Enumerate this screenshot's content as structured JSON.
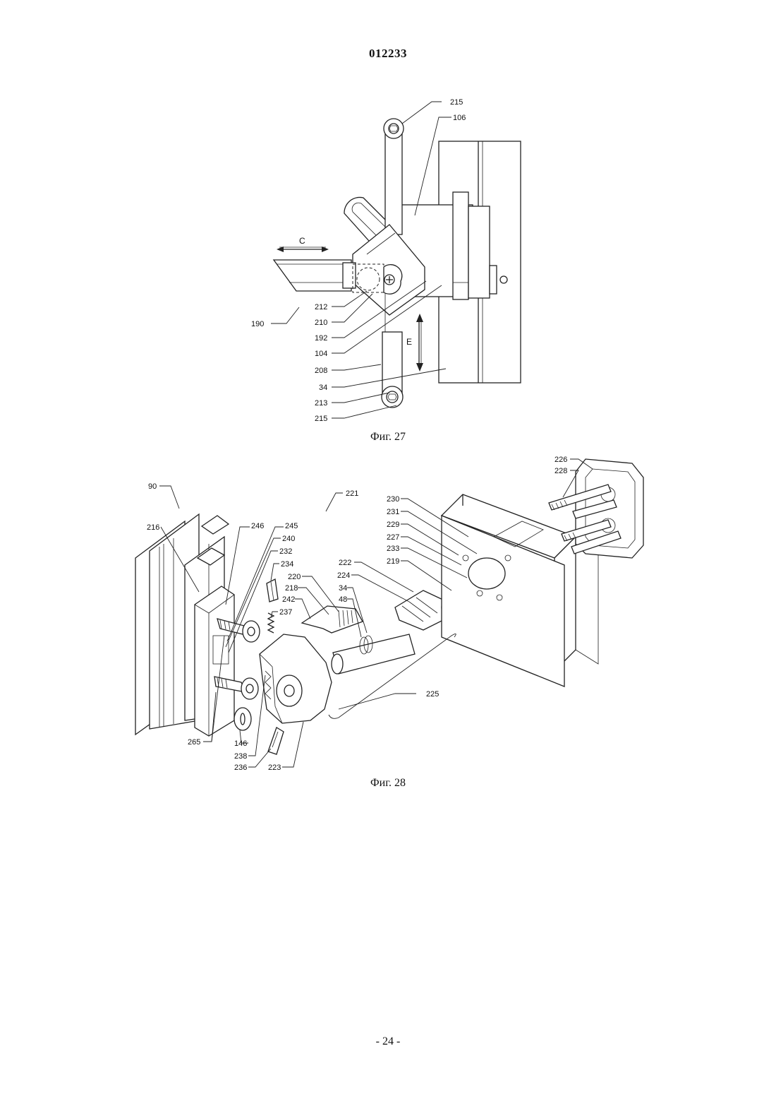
{
  "header": {
    "doc_number": "012233"
  },
  "fig27": {
    "caption": "Фиг. 27",
    "labels": {
      "l215a": "215",
      "l106": "106",
      "lC": "C",
      "l190": "190",
      "l212": "212",
      "l210": "210",
      "l192": "192",
      "l104": "104",
      "l208": "208",
      "l34": "34",
      "l213": "213",
      "l215b": "215",
      "lE": "E"
    }
  },
  "fig28": {
    "caption": "Фиг. 28",
    "labels": {
      "l90": "90",
      "l216": "216",
      "l246": "246",
      "l245": "245",
      "l240": "240",
      "l232": "232",
      "l234": "234",
      "l220": "220",
      "l218": "218",
      "l242": "242",
      "l237": "237",
      "l221": "221",
      "l222": "222",
      "l224": "224",
      "l34": "34",
      "l48": "48",
      "l230": "230",
      "l231": "231",
      "l229": "229",
      "l227": "227",
      "l233": "233",
      "l219": "219",
      "l226": "226",
      "l228": "228",
      "l225": "225",
      "l265": "265",
      "l146": "146",
      "l238": "238",
      "l236": "236",
      "l223": "223"
    }
  },
  "footer": {
    "page_number": "- 24 -"
  }
}
